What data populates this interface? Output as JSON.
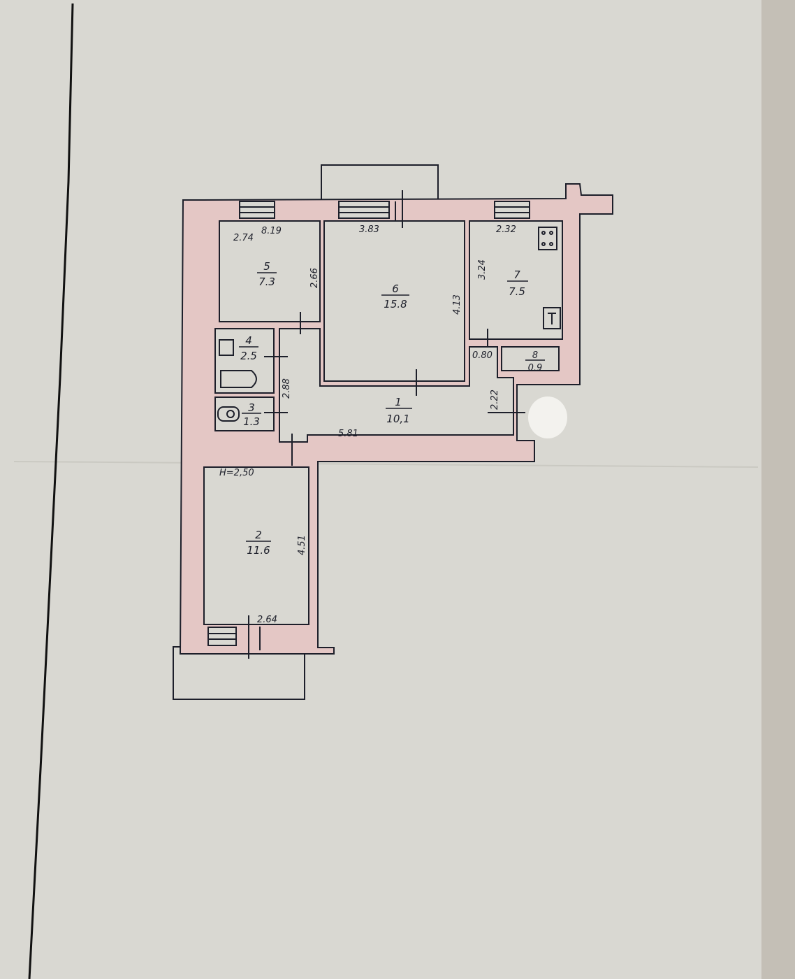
{
  "colors": {
    "paper": "#d9d8d2",
    "wall_fill": "#e4c7c5",
    "ink": "#1d1f2a",
    "frame_line": "#111111"
  },
  "rooms": [
    {
      "number": "1",
      "area": "10,1"
    },
    {
      "number": "2",
      "area": "11.6"
    },
    {
      "number": "3",
      "area": "1.3"
    },
    {
      "number": "4",
      "area": "2.5"
    },
    {
      "number": "5",
      "area": "7.3"
    },
    {
      "number": "6",
      "area": "15.8"
    },
    {
      "number": "7",
      "area": "7.5"
    },
    {
      "number": "8",
      "area": "0.9"
    }
  ],
  "dimensions": {
    "room5_width": "2.74",
    "room5_width_alt": "8.19",
    "room5_height": "2.66",
    "room6_width": "3.83",
    "room6_height": "4.13",
    "room7_width": "2.32",
    "room7_height": "3.24",
    "room8_width": "0.80",
    "hall_width": "5.81",
    "hall_height": "2.22",
    "bath_height": "2.88",
    "room2_height": "4.51",
    "room2_width": "2.64"
  },
  "ceiling_height": "H=2,50"
}
